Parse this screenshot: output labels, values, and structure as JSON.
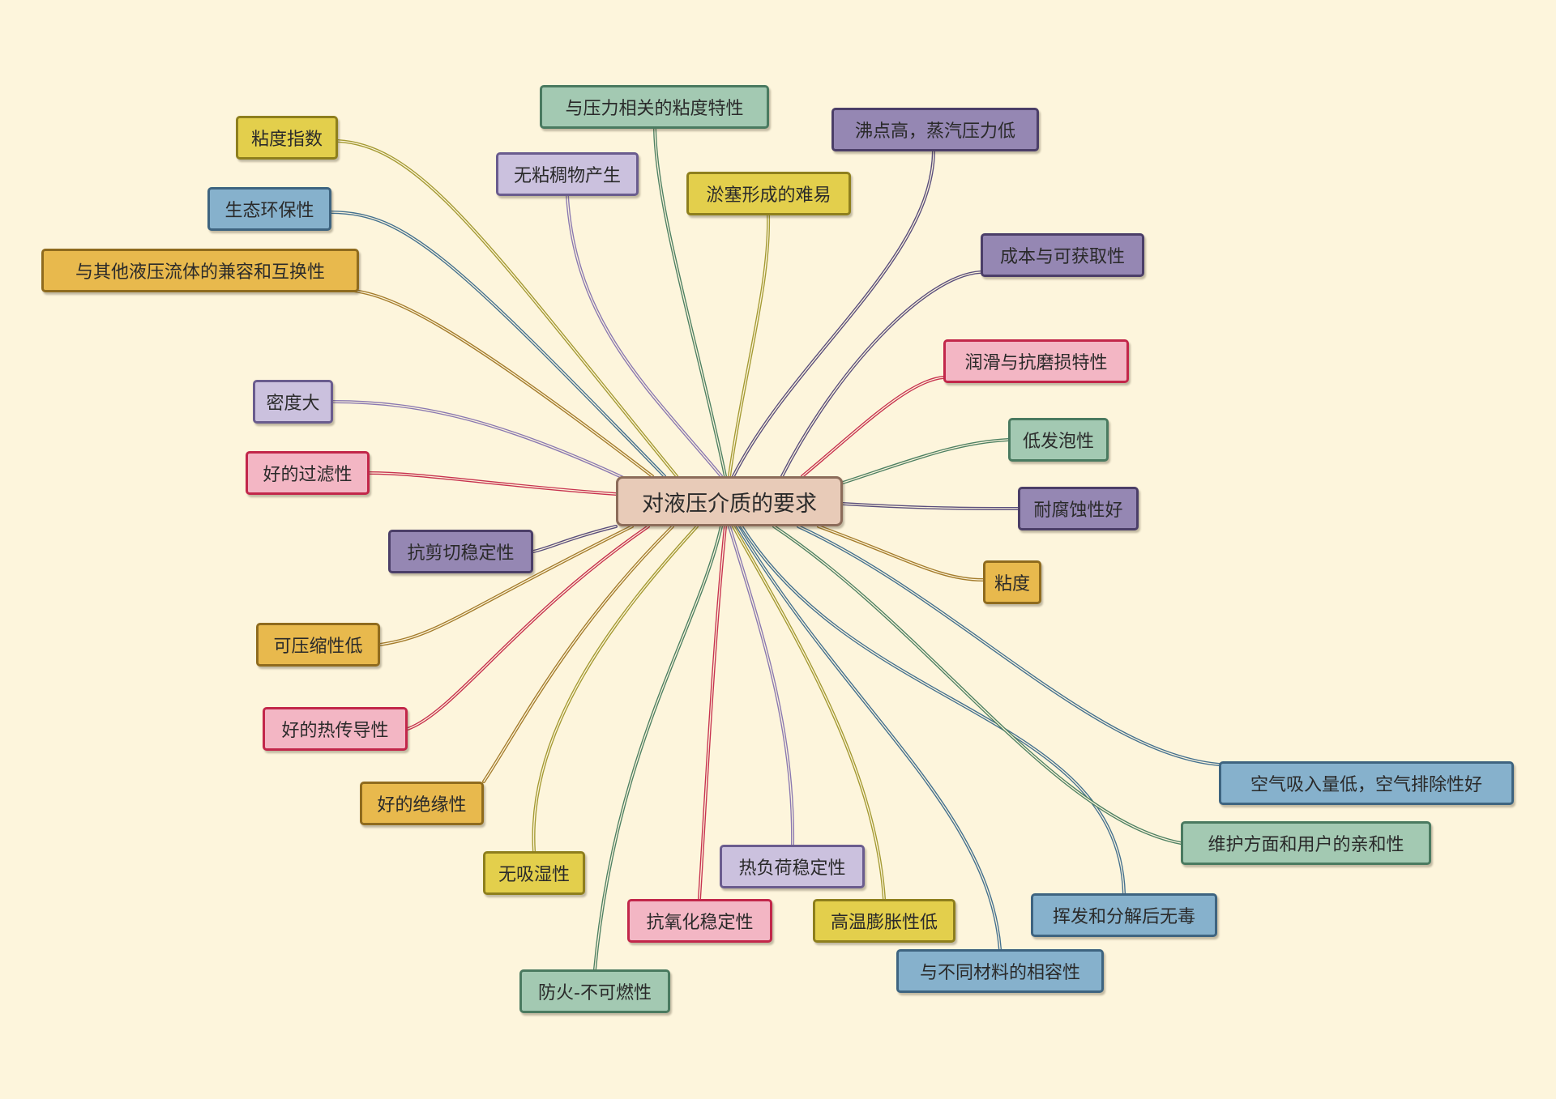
{
  "center": {
    "label": "对液压介质的要求",
    "fill": "#e8cbb8",
    "stroke": "#8c6c5a"
  },
  "palette": {
    "olive": {
      "fill": "#e3cf4c",
      "stroke": "#8e7f1d",
      "line": "#a49a33"
    },
    "blue": {
      "fill": "#86b1cc",
      "stroke": "#3e6480",
      "line": "#44708e"
    },
    "orange": {
      "fill": "#e8b94d",
      "stroke": "#8f6b1e",
      "line": "#a47c2c"
    },
    "lav": {
      "fill": "#cbc1de",
      "stroke": "#6a5c8e",
      "line": "#8a78b0"
    },
    "pink": {
      "fill": "#f3b6c4",
      "stroke": "#c2274a",
      "line": "#c7324f"
    },
    "purple": {
      "fill": "#9587b3",
      "stroke": "#4b3e68",
      "line": "#5a4e7c"
    },
    "green": {
      "fill": "#a3c9b2",
      "stroke": "#4a7a60",
      "line": "#4e8062"
    }
  },
  "nodes": [
    {
      "label": "粘度指数",
      "color": "olive"
    },
    {
      "label": "生态环保性",
      "color": "blue"
    },
    {
      "label": "与其他液压流体的兼容和互换性",
      "color": "orange"
    },
    {
      "label": "密度大",
      "color": "lav"
    },
    {
      "label": "好的过滤性",
      "color": "pink"
    },
    {
      "label": "抗剪切稳定性",
      "color": "purple"
    },
    {
      "label": "可压缩性低",
      "color": "orange"
    },
    {
      "label": "好的热传导性",
      "color": "pink"
    },
    {
      "label": "好的绝缘性",
      "color": "orange"
    },
    {
      "label": "无吸湿性",
      "color": "olive"
    },
    {
      "label": "防火-不可燃性",
      "color": "green"
    },
    {
      "label": "抗氧化稳定性",
      "color": "pink"
    },
    {
      "label": "热负荷稳定性",
      "color": "lav"
    },
    {
      "label": "高温膨胀性低",
      "color": "olive"
    },
    {
      "label": "与不同材料的相容性",
      "color": "blue"
    },
    {
      "label": "挥发和分解后无毒",
      "color": "blue"
    },
    {
      "label": "维护方面和用户的亲和性",
      "color": "green"
    },
    {
      "label": "空气吸入量低，空气排除性好",
      "color": "blue"
    },
    {
      "label": "粘度",
      "color": "orange"
    },
    {
      "label": "耐腐蚀性好",
      "color": "purple"
    },
    {
      "label": "低发泡性",
      "color": "green"
    },
    {
      "label": "润滑与抗磨损特性",
      "color": "pink"
    },
    {
      "label": "成本与可获取性",
      "color": "purple"
    },
    {
      "label": "沸点高，蒸汽压力低",
      "color": "purple"
    },
    {
      "label": "淤塞形成的难易",
      "color": "olive"
    },
    {
      "label": "与压力相关的粘度特性",
      "color": "green"
    },
    {
      "label": "无粘稠物产生",
      "color": "lav"
    }
  ]
}
